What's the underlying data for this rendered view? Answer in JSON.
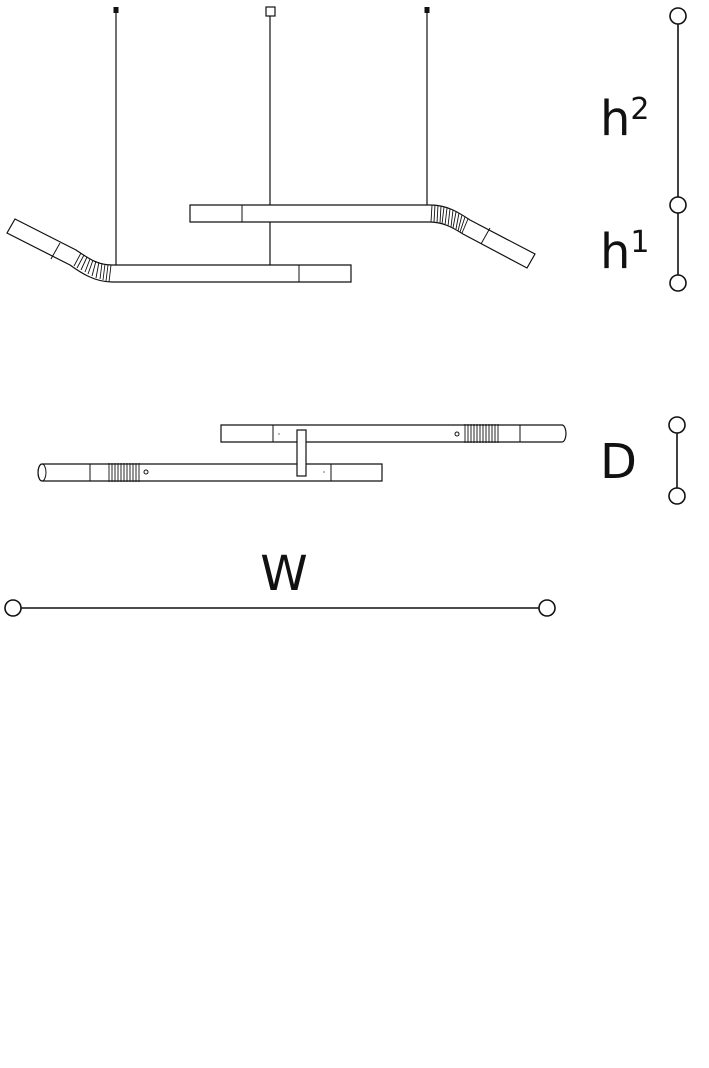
{
  "dimensions": {
    "h2": {
      "letter": "h",
      "sup": "2"
    },
    "h1": {
      "letter": "h",
      "sup": "1"
    },
    "depth": "D",
    "width": "W"
  },
  "colors": {
    "line": "#111111",
    "background": "#ffffff"
  }
}
